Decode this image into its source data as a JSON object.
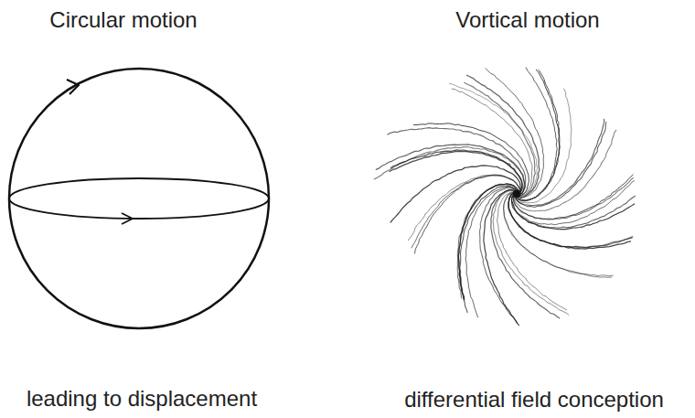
{
  "diagram": {
    "labels": [
      "Circular motion",
      "Vortical motion",
      "leading to displacement",
      "differential field conception"
    ]
  }
}
